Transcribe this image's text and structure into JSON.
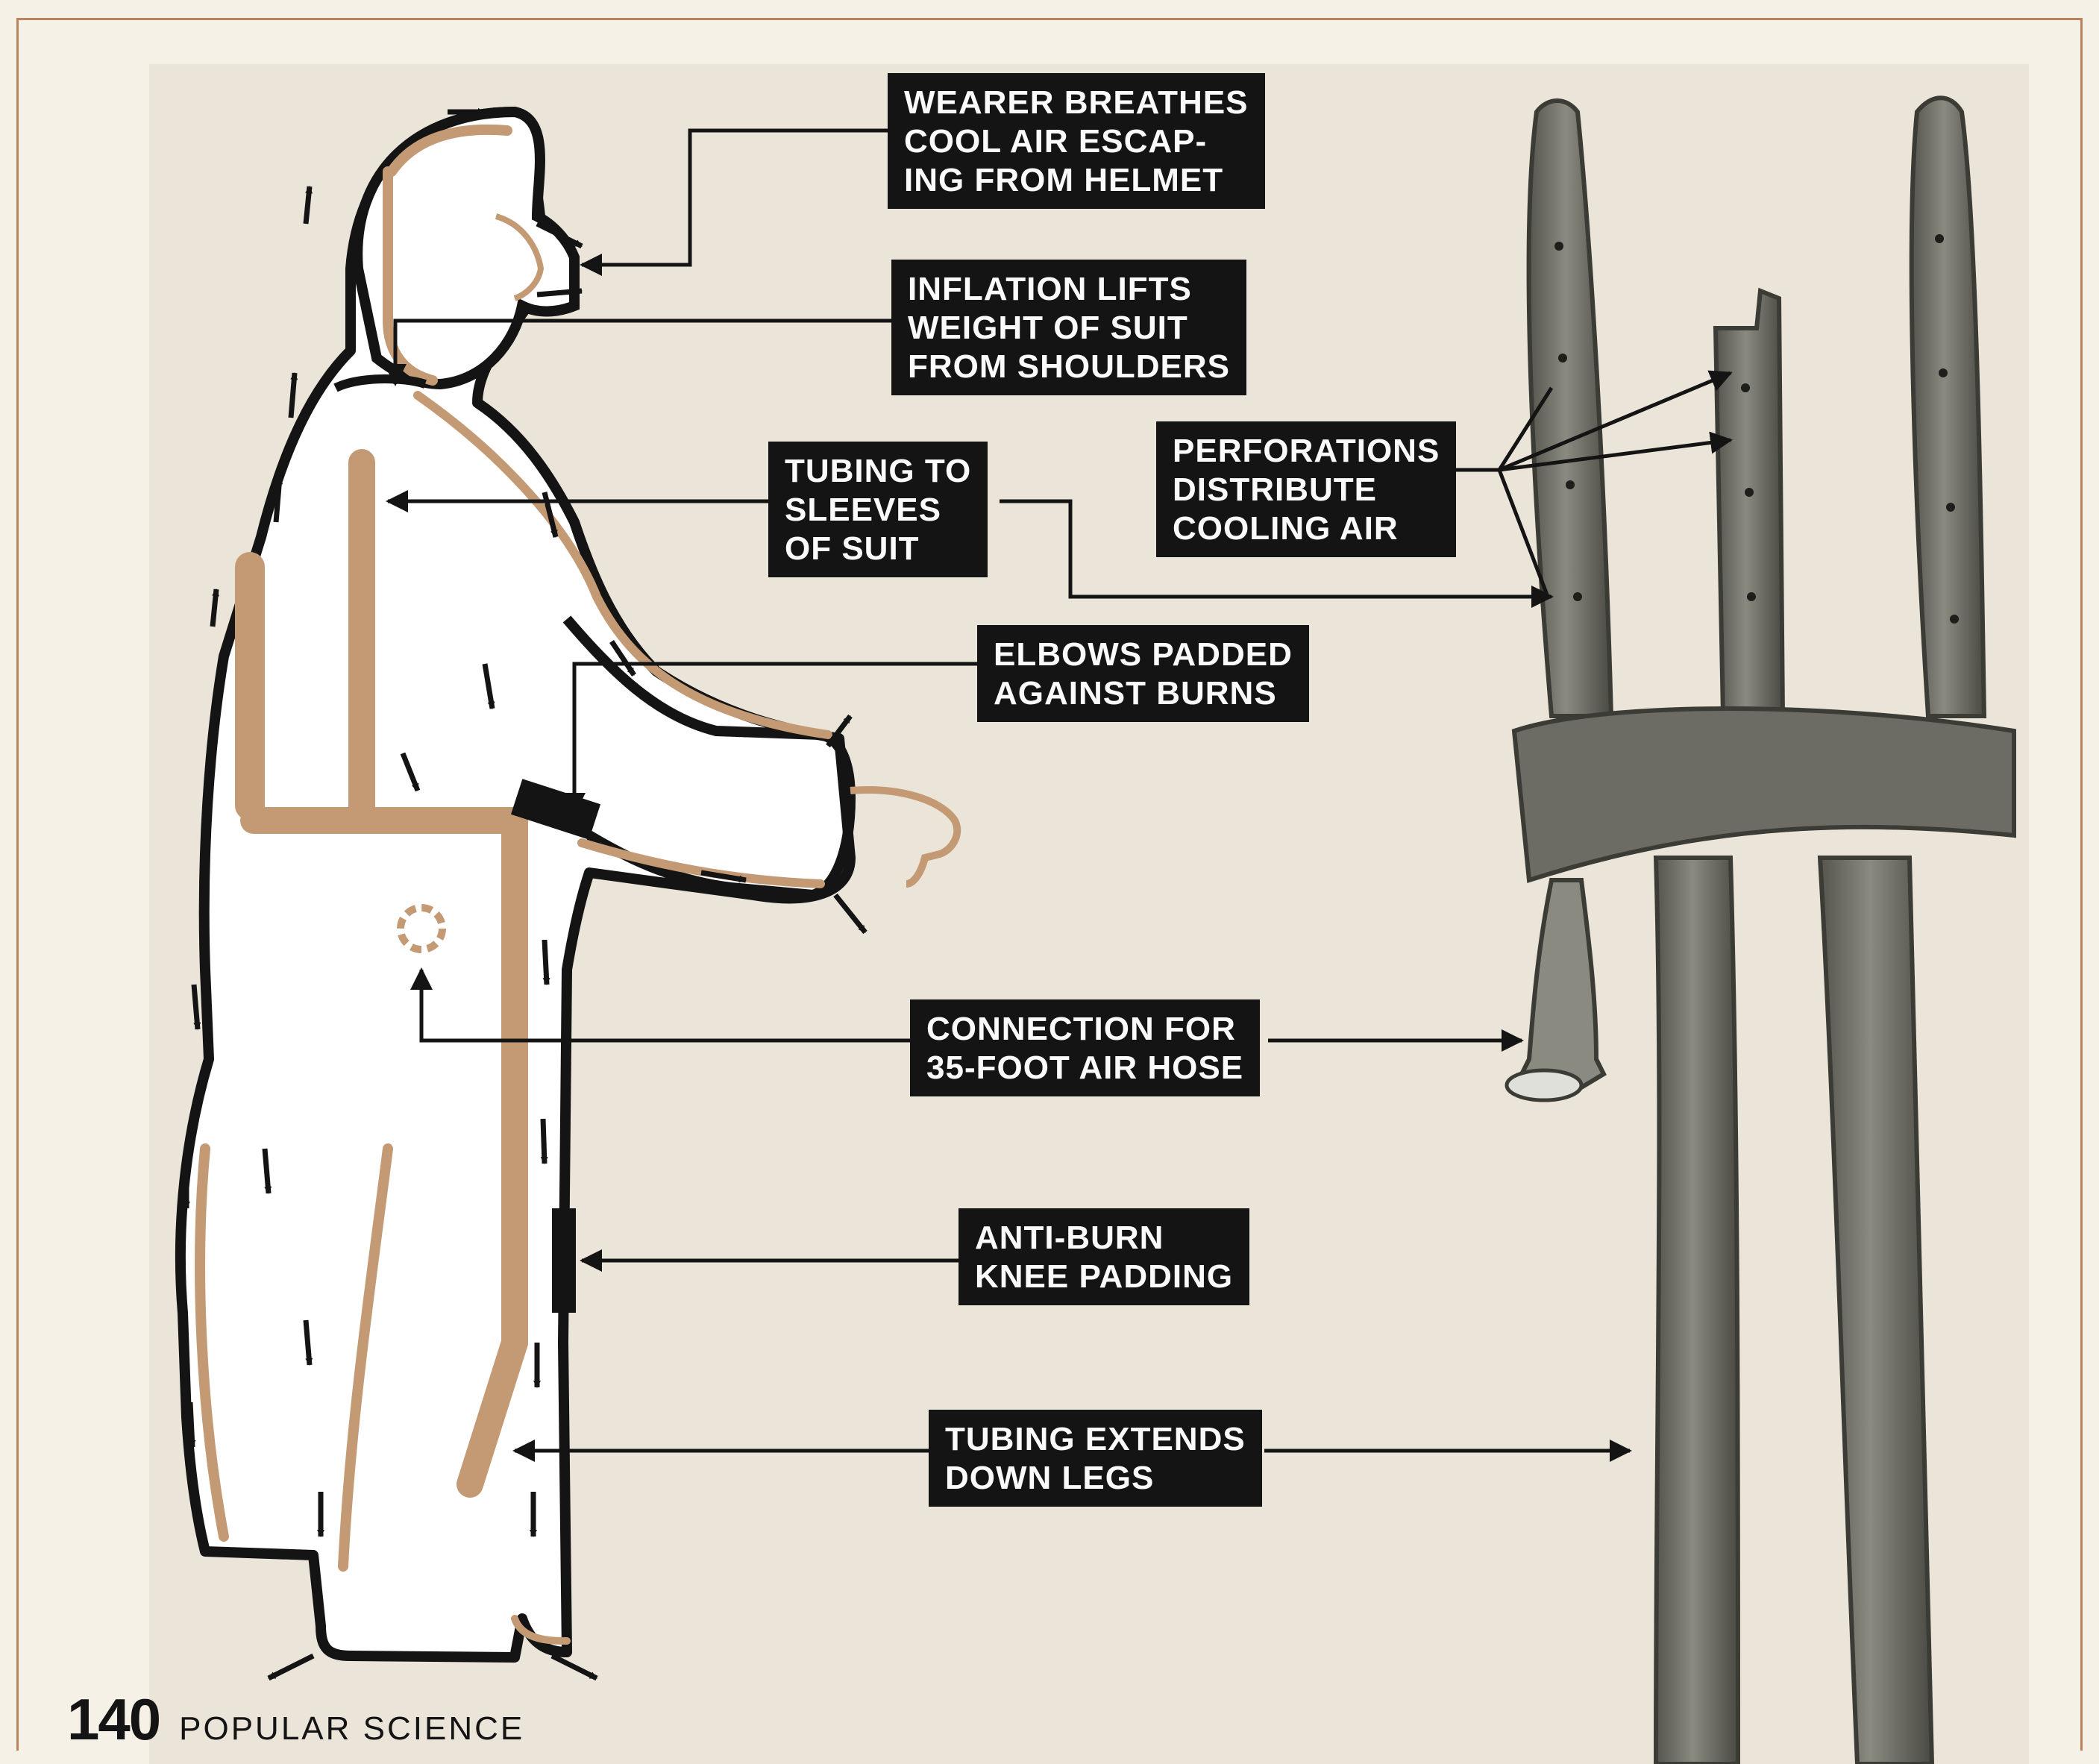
{
  "callouts": {
    "breathes": [
      "WEARER BREATHES",
      "COOL AIR ESCAP-",
      "ING FROM HELMET"
    ],
    "inflation": [
      "INFLATION LIFTS",
      "WEIGHT OF SUIT",
      "FROM SHOULDERS"
    ],
    "tubing_sleeves": [
      "TUBING TO",
      "SLEEVES",
      "OF SUIT"
    ],
    "perforations": [
      "PERFORATIONS",
      "DISTRIBUTE",
      "COOLING AIR"
    ],
    "elbows": [
      "ELBOWS PADDED",
      "AGAINST BURNS"
    ],
    "connection": [
      "CONNECTION FOR",
      "35-FOOT AIR HOSE"
    ],
    "knee": [
      "ANTI-BURN",
      "KNEE PADDING"
    ],
    "legs": [
      "TUBING EXTENDS",
      "DOWN LEGS"
    ]
  },
  "footer": {
    "page_number": "140",
    "magazine": "POPULAR SCIENCE"
  },
  "colors": {
    "outline": "#141414",
    "tubing": "#c49a74",
    "callout_bg": "#141414",
    "callout_text": "#fafafa",
    "frame": "#b9845b",
    "harness": "#6c6c64"
  }
}
